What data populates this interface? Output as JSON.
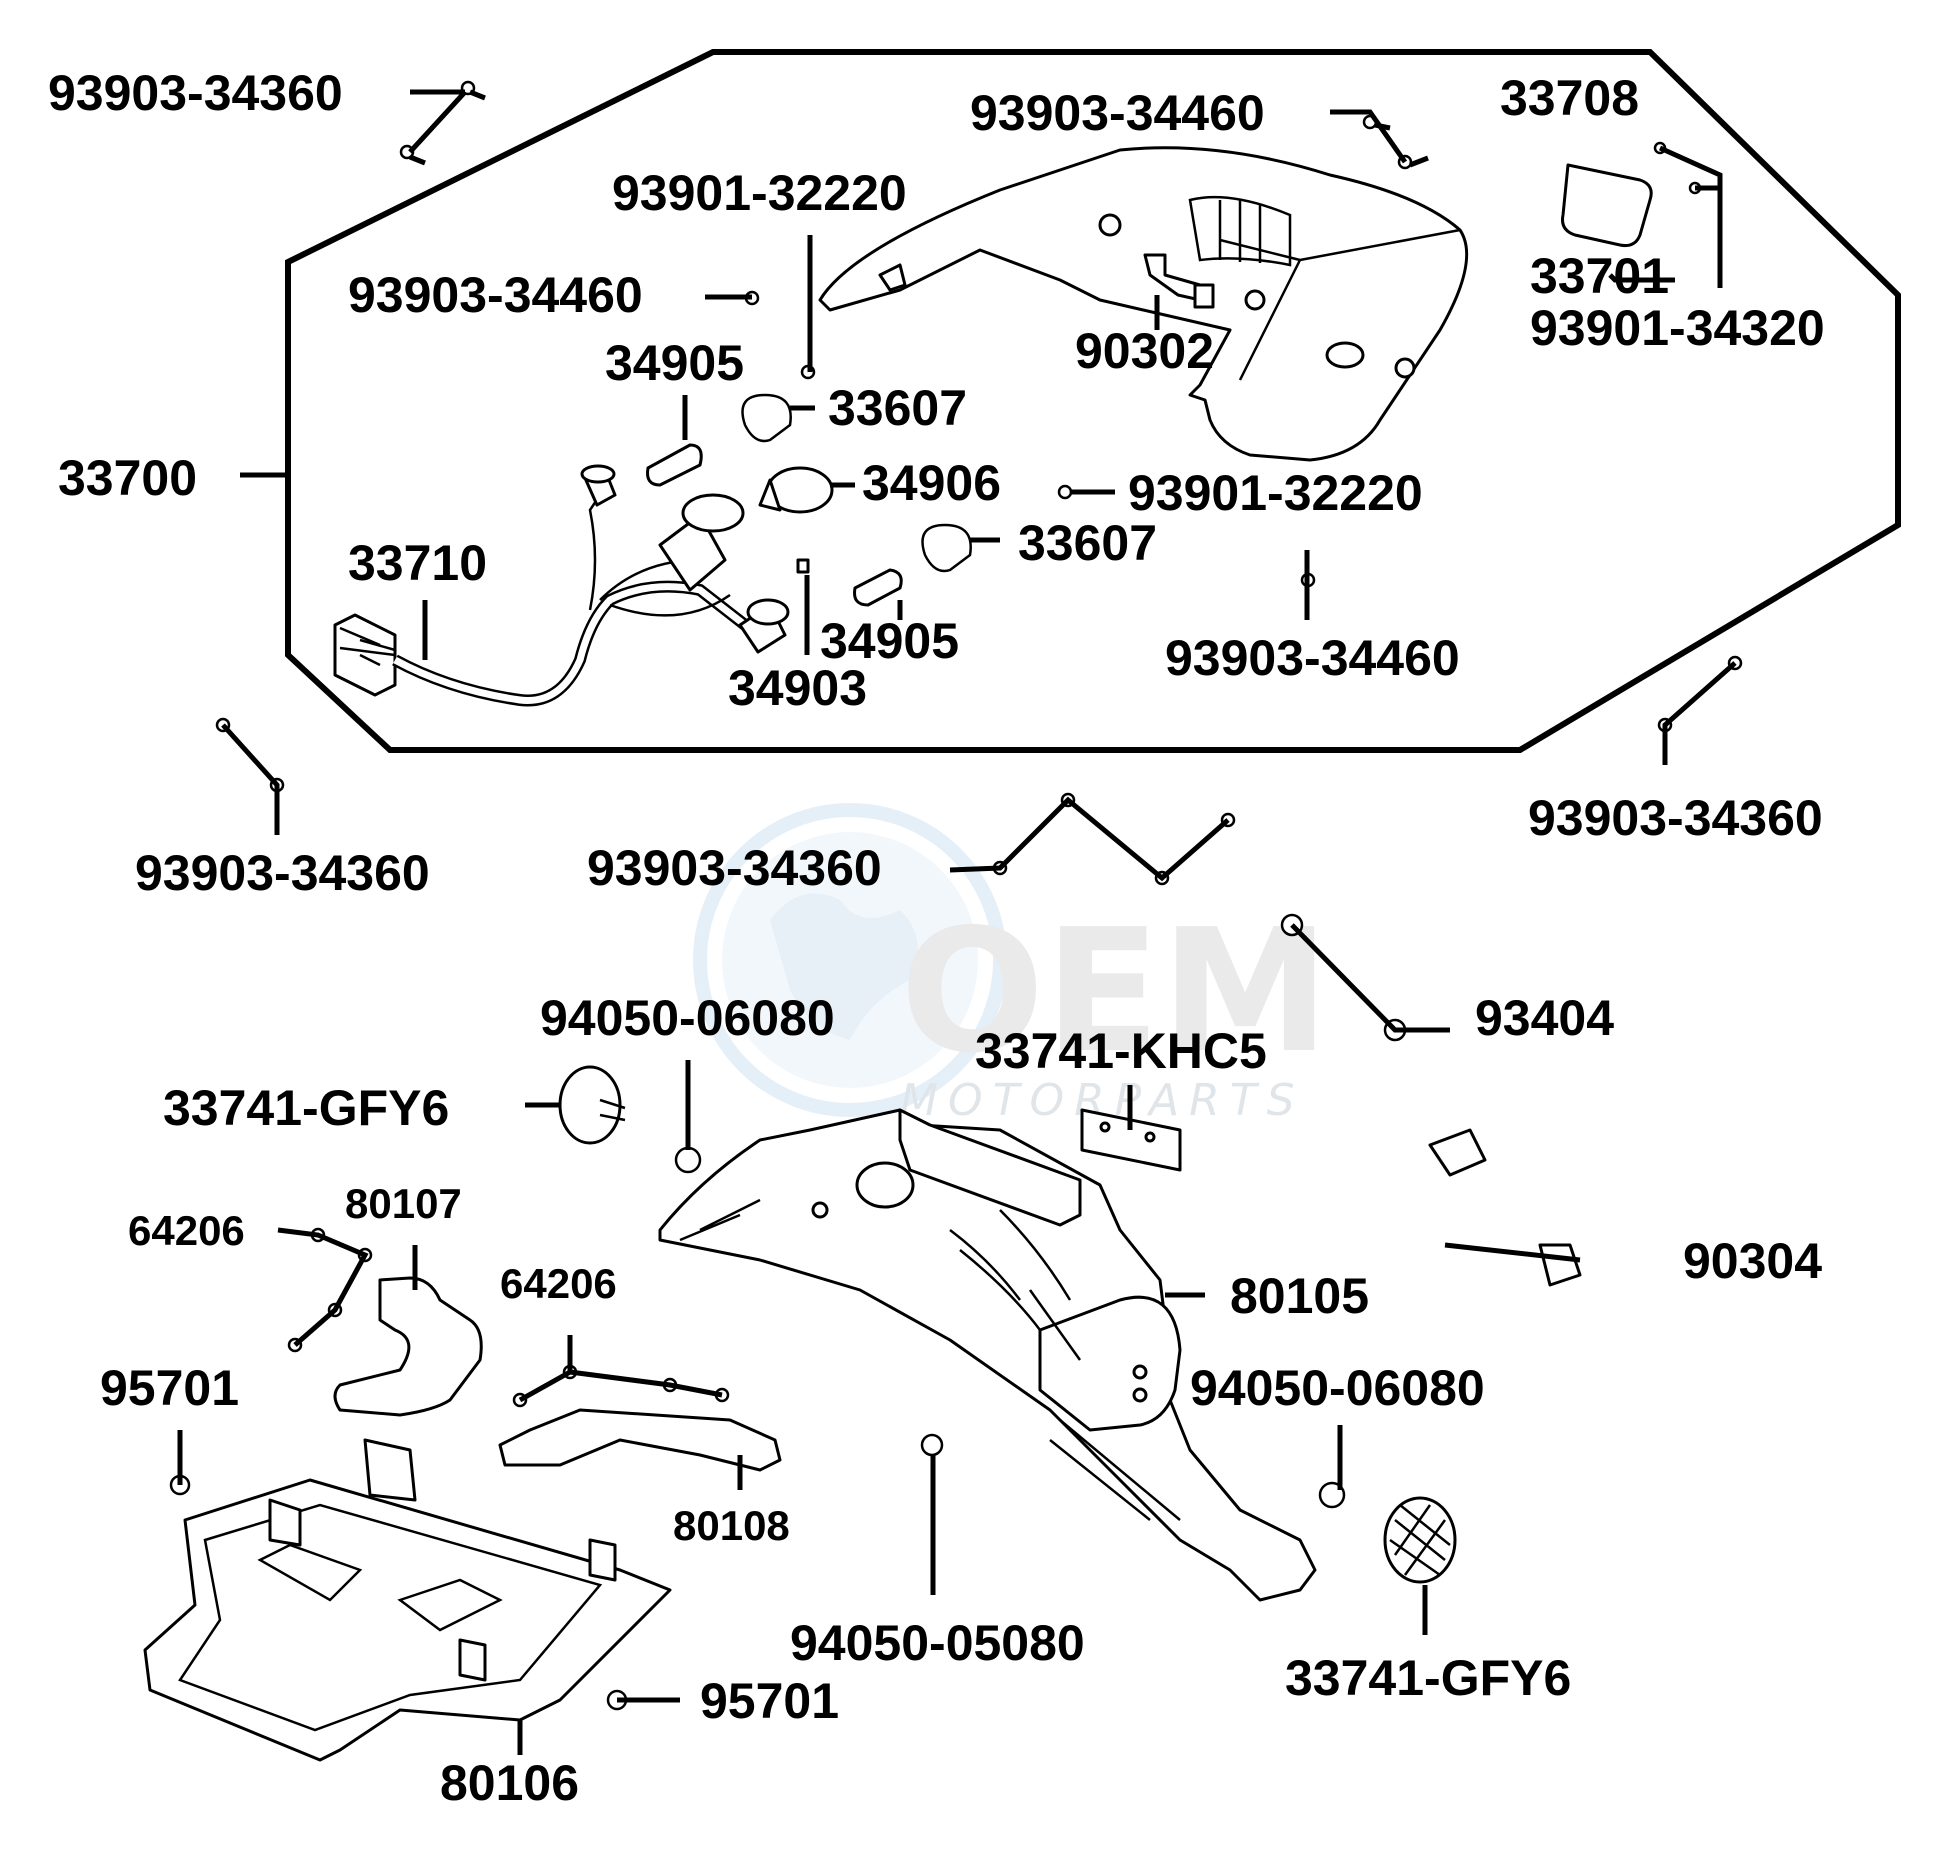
{
  "watermark": {
    "brand": "OEM",
    "sub": "MOTORPARTS"
  },
  "labels": {
    "p_93903_34360_a": "93903-34360",
    "p_93903_34460_a": "93903-34460",
    "p_33708": "33708",
    "p_93901_32220_a": "93901-32220",
    "p_33701": "33701",
    "p_93901_34320": "93901-34320",
    "p_93903_34460_b": "93903-34460",
    "p_90302": "90302",
    "p_34905_a": "34905",
    "p_33607_a": "33607",
    "p_33700": "33700",
    "p_34906": "34906",
    "p_93901_32220_b": "93901-32220",
    "p_33710": "33710",
    "p_33607_b": "33607",
    "p_34905_b": "34905",
    "p_34903": "34903",
    "p_93903_34460_c": "93903-34460",
    "p_93903_34360_b": "93903-34360",
    "p_93903_34360_c": "93903-34360",
    "p_93903_34360_d": "93903-34360",
    "p_93404": "93404",
    "p_94050_06080_a": "94050-06080",
    "p_33741_khc5": "33741-KHC5",
    "p_33741_gfy6_a": "33741-GFY6",
    "p_64206_a": "64206",
    "p_80107": "80107",
    "p_90304": "90304",
    "p_64206_b": "64206",
    "p_80105": "80105",
    "p_95701_a": "95701",
    "p_94050_06080_b": "94050-06080",
    "p_80108": "80108",
    "p_94050_05080": "94050-05080",
    "p_33741_gfy6_b": "33741-GFY6",
    "p_95701_b": "95701",
    "p_80106": "80106"
  }
}
